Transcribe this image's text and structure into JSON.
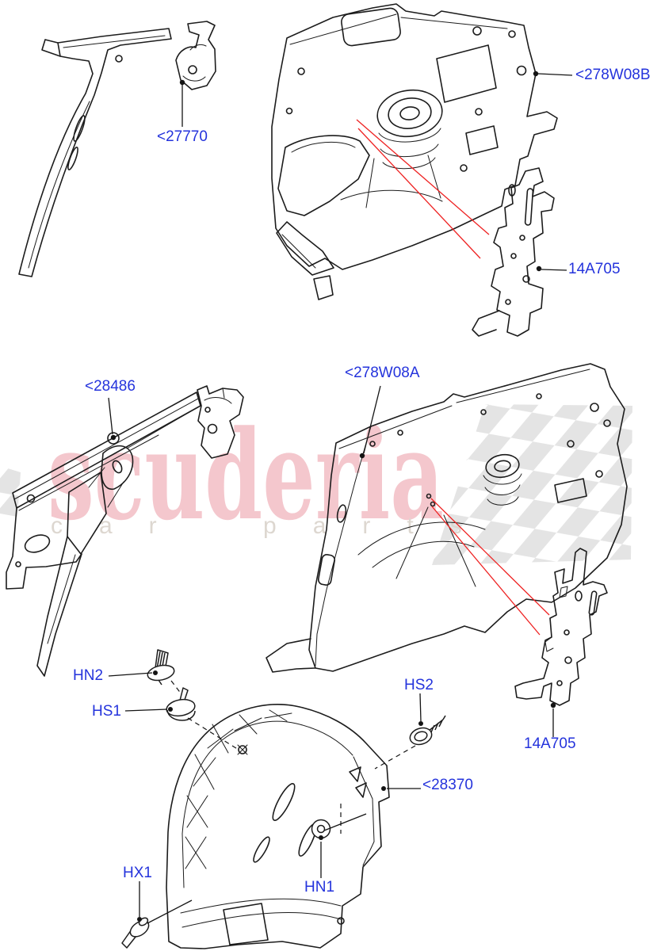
{
  "diagram": {
    "background": "#ffffff",
    "colors": {
      "label_blue": "#2433dc",
      "callout_red": "#ee2222",
      "line_black": "#1c1c1c",
      "watermark_pink": "#f4c7cd",
      "watermark_gray": "#ddd7d0",
      "checker_gray": "#e4e4e4"
    },
    "watermark": {
      "brand": "scuderia",
      "tagline": "car parts"
    },
    "callouts": [
      {
        "id": "27770",
        "text": "<27770"
      },
      {
        "id": "278W08B",
        "text": "<278W08B"
      },
      {
        "id": "14A705_upper",
        "text": "14A705"
      },
      {
        "id": "28486",
        "text": "<28486"
      },
      {
        "id": "278W08A",
        "text": "<278W08A"
      },
      {
        "id": "HN2",
        "text": "HN2"
      },
      {
        "id": "HS1",
        "text": "HS1"
      },
      {
        "id": "HS2",
        "text": "HS2"
      },
      {
        "id": "28370",
        "text": "<28370"
      },
      {
        "id": "HX1",
        "text": "HX1"
      },
      {
        "id": "HN1",
        "text": "HN1"
      },
      {
        "id": "14A705_lower",
        "text": "14A705"
      }
    ]
  }
}
